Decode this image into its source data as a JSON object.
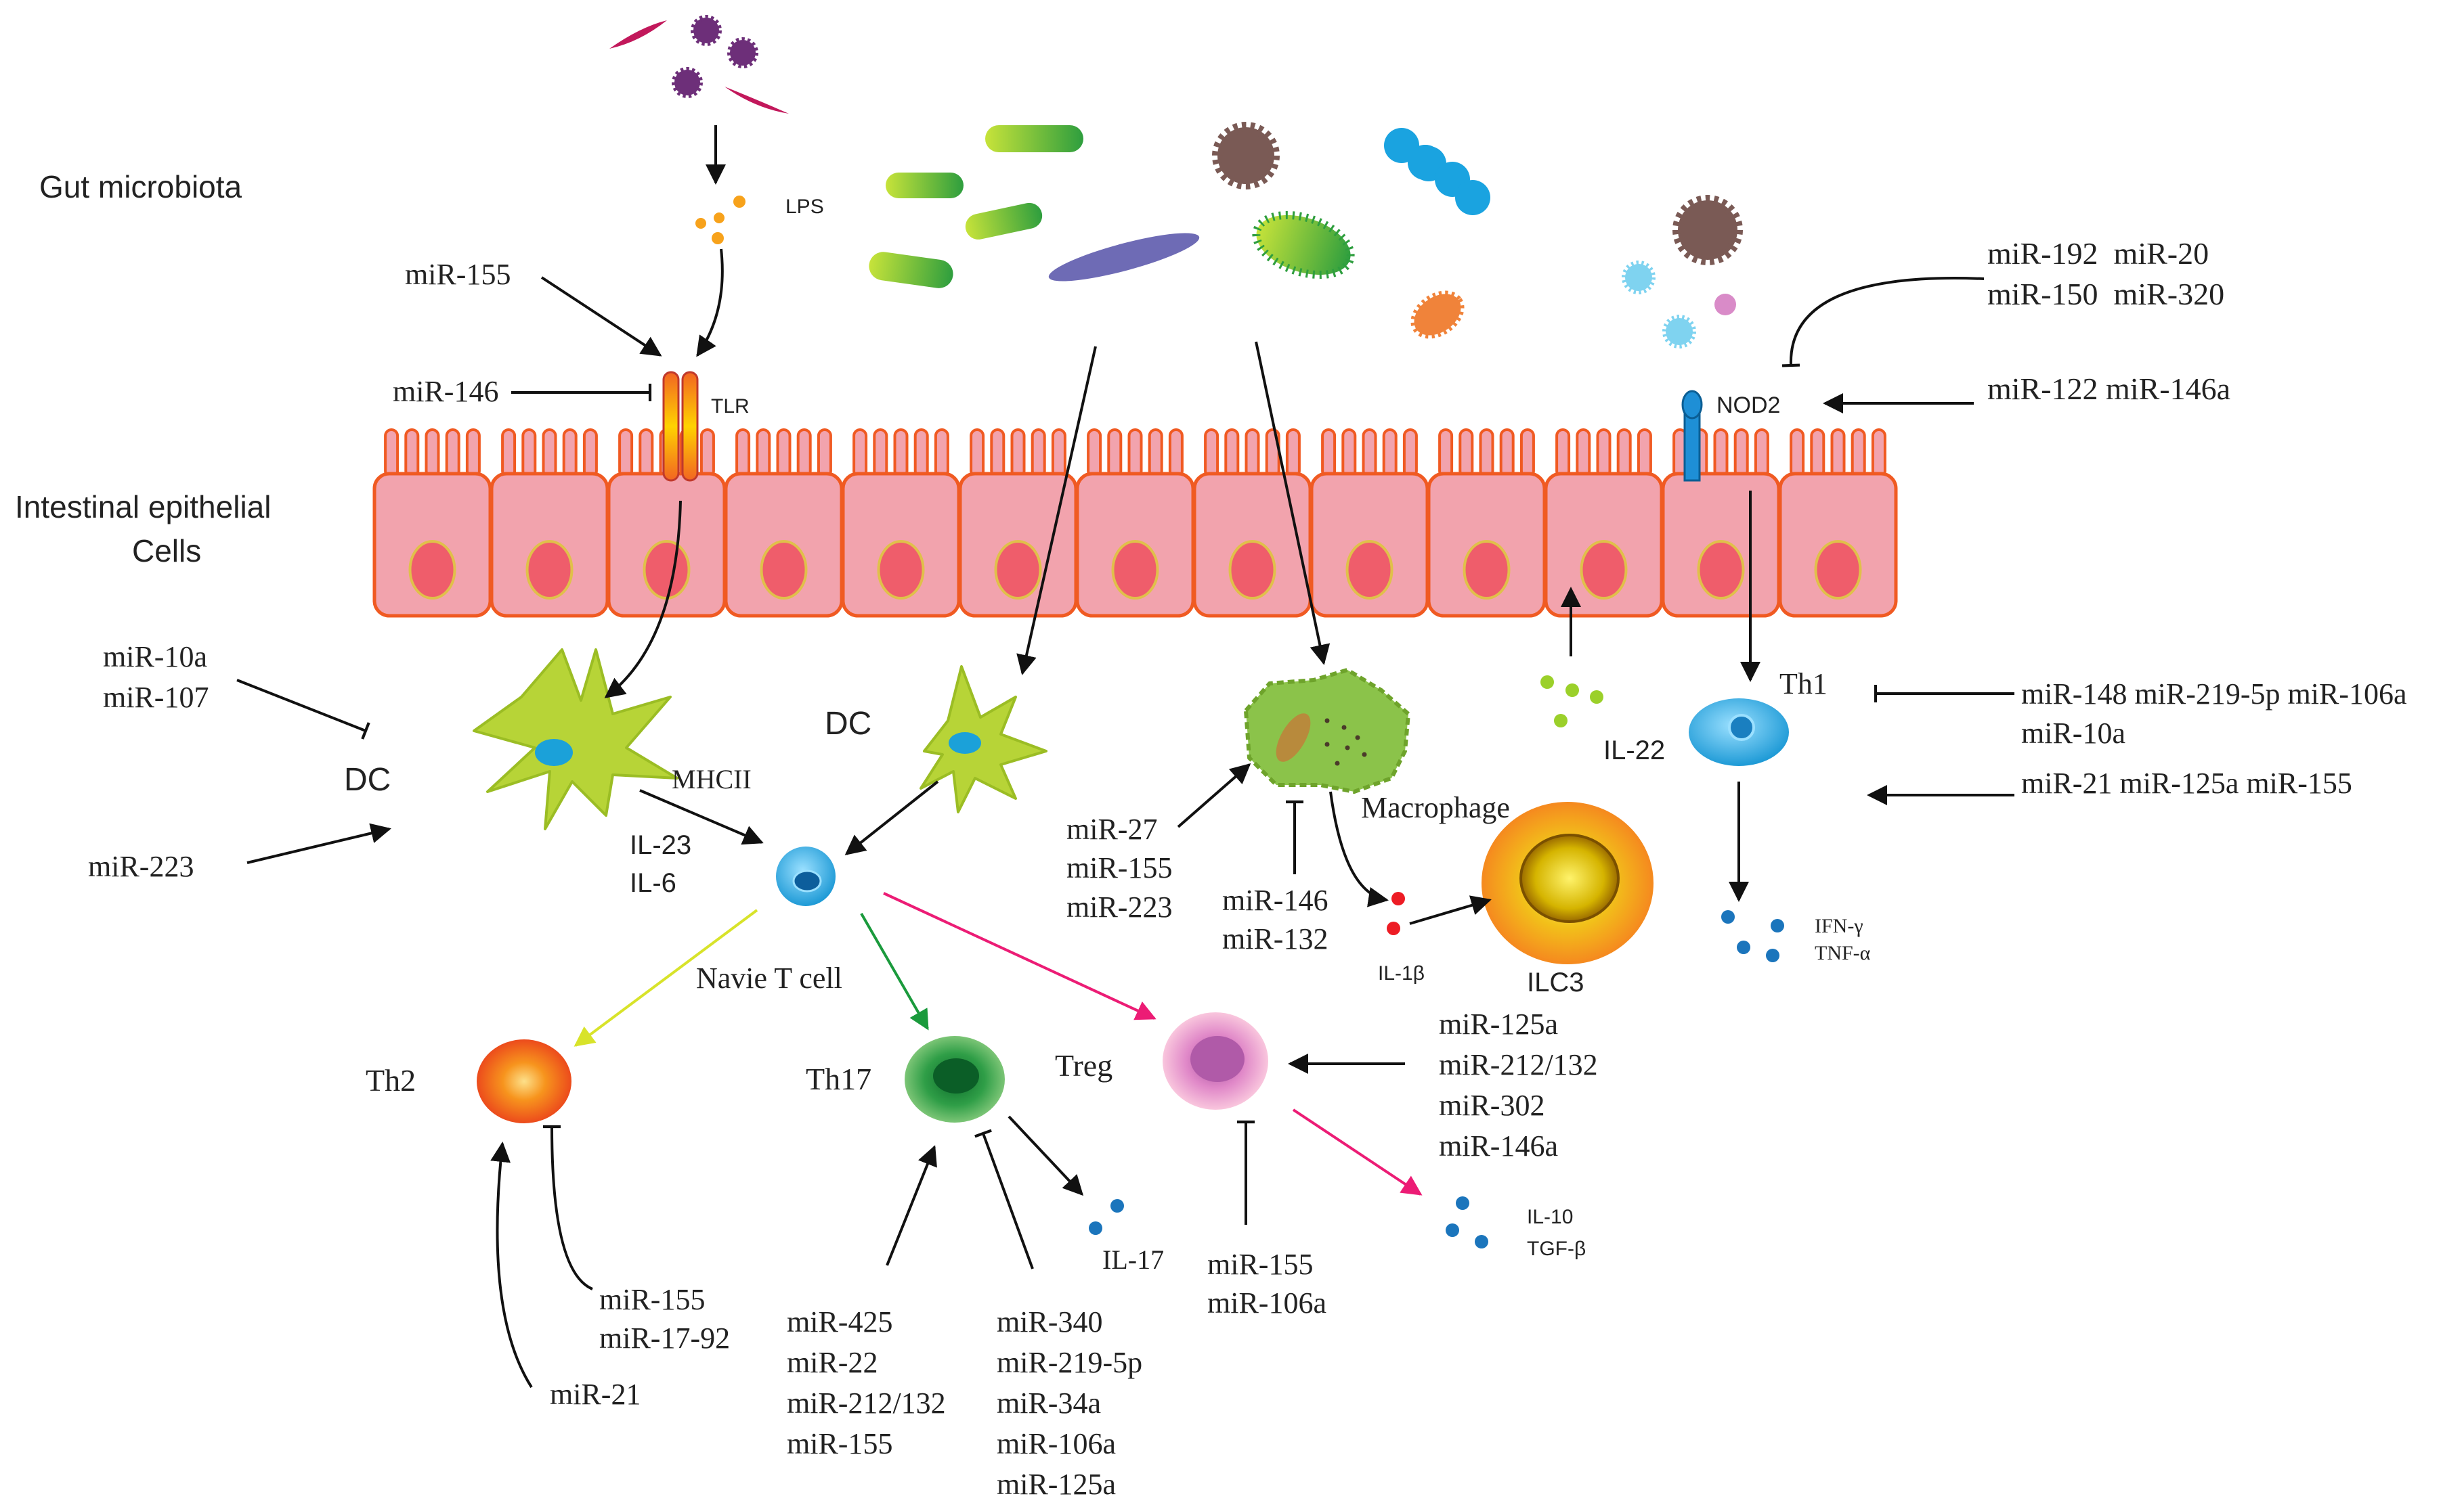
{
  "title": "",
  "regions": {
    "microbiota": "Gut microbiota",
    "epithelial_line1": "Intestinal epithelial",
    "epithelial_line2": "Cells"
  },
  "molecules": {
    "lps": "LPS",
    "tlr": "TLR",
    "nod2": "NOD2",
    "mhcii": "MHCII",
    "il23": "IL-23",
    "il6": "IL-6",
    "il22": "IL-22",
    "il1b": "IL-1β",
    "ifng": "IFN-γ",
    "tnfa": "TNF-α",
    "il17": "IL-17",
    "il10": "IL-10",
    "tgfb": "TGF-β"
  },
  "cells": {
    "dc_left": "DC",
    "dc_center": "DC",
    "macrophage": "Macrophage",
    "ilc3": "ILC3",
    "th1": "Th1",
    "naive_t": "Navie T cell",
    "th2": "Th2",
    "th17": "Th17",
    "treg": "Treg"
  },
  "mirna": {
    "tlr_activate": "miR-155",
    "tlr_inhibit": "miR-146",
    "nod2_inhibit": [
      "miR-192  miR-20",
      "miR-150  miR-320"
    ],
    "nod2_activate": "miR-122 miR-146a",
    "dc_inhibit": [
      "miR-10a",
      "miR-107"
    ],
    "dc_activate": "miR-223",
    "macrophage_activate": [
      "miR-27",
      "miR-155",
      "miR-223"
    ],
    "macrophage_inhibit": [
      "miR-146",
      "miR-132"
    ],
    "th1_inhibit": [
      "miR-148 miR-219-5p miR-106a",
      "miR-10a"
    ],
    "th1_activate": "miR-21 miR-125a miR-155",
    "treg_activate": [
      "miR-125a",
      "miR-212/132",
      "miR-302",
      "miR-146a"
    ],
    "treg_inhibit": [
      "miR-155",
      "miR-106a"
    ],
    "th2_inhibit": [
      "miR-155",
      "miR-17-92"
    ],
    "th2_activate": "miR-21",
    "th17_activate": [
      "miR-425",
      "miR-22",
      "miR-212/132",
      "miR-155"
    ],
    "th17_inhibit": [
      "miR-340",
      "miR-219-5p",
      "miR-34a",
      "miR-106a",
      "miR-125a"
    ]
  },
  "colors": {
    "epithelium": "#f2a3ad",
    "epithelium_border": "#f05a22",
    "nucleus": "#ef5d6b",
    "dc": "#b7d437",
    "th1": "#3bb0e6",
    "th2": "#f26522",
    "th17": "#3aa64a",
    "treg": "#f6b6d3",
    "ilc3": "#f7a21b",
    "cytokine": "#1b75bc",
    "green_arrow": "#1a9a3c",
    "yellow_arrow": "#d8e32a",
    "pink_arrow": "#ec1c75"
  }
}
